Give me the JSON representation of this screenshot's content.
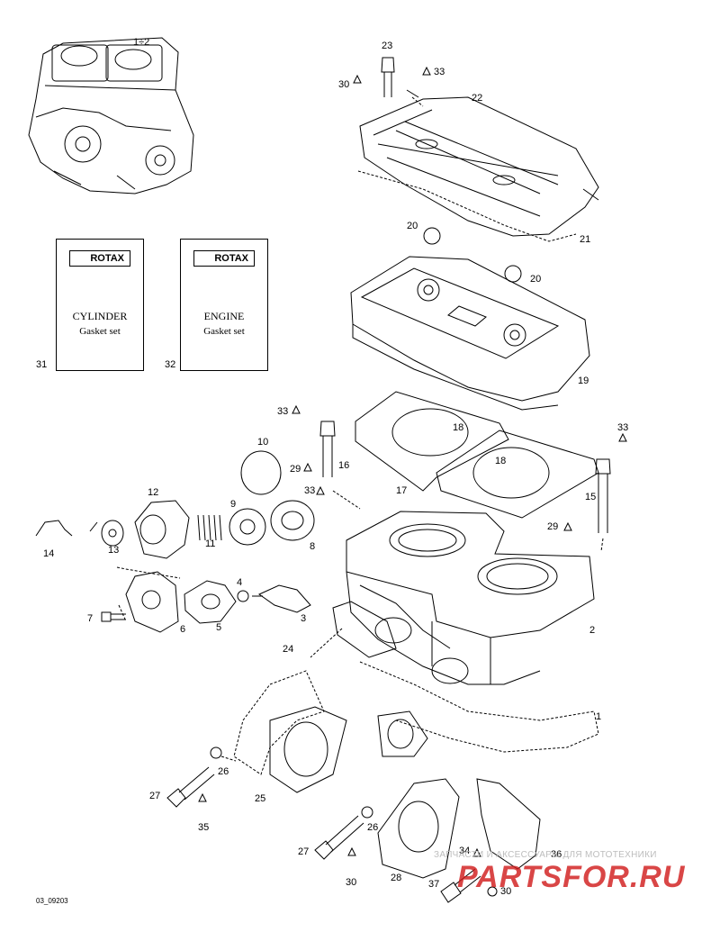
{
  "diagram": {
    "callouts": {
      "c1": "1",
      "c2": "2",
      "c3": "3",
      "c4": "4",
      "c5": "5",
      "c6": "6",
      "c7": "7",
      "c8": "8",
      "c9": "9",
      "c10": "10",
      "c11": "11",
      "c12": "12",
      "c13": "13",
      "c14": "14",
      "c15": "15",
      "c16": "16",
      "c17": "17",
      "c18a": "18",
      "c18b": "18",
      "c19": "19",
      "c20a": "20",
      "c20b": "20",
      "c21": "21",
      "c22": "22",
      "c23": "23",
      "c24": "24",
      "c25": "25",
      "c26a": "26",
      "c26b": "26",
      "c27a": "27",
      "c27b": "27",
      "c28": "28",
      "c29a": "29",
      "c29b": "29",
      "c30a": "30",
      "c30b": "30",
      "c30c": "30",
      "c31": "31",
      "c32": "32",
      "c33a": "33",
      "c33b": "33",
      "c33c": "33",
      "c33d": "33",
      "c34": "34",
      "c35": "35",
      "c36": "36",
      "c37": "37",
      "engine_ref": "1÷2"
    },
    "gasket_kits": {
      "brand": "ROTAX",
      "cylinder_title": "CYLINDER",
      "cylinder_sub": "Gasket set",
      "engine_title": "ENGINE",
      "engine_sub": "Gasket set"
    },
    "diagram_code": "03_09203",
    "watermark": {
      "line1": "ЗАПЧАСТИ И АКСЕССУАРЫ ДЛЯ МОТОТЕХНИКИ",
      "line2": "PARTSFOR.RU"
    },
    "colors": {
      "line": "#000000",
      "watermark": "#bdbdbd",
      "watermark_logo": "#d01818"
    }
  }
}
